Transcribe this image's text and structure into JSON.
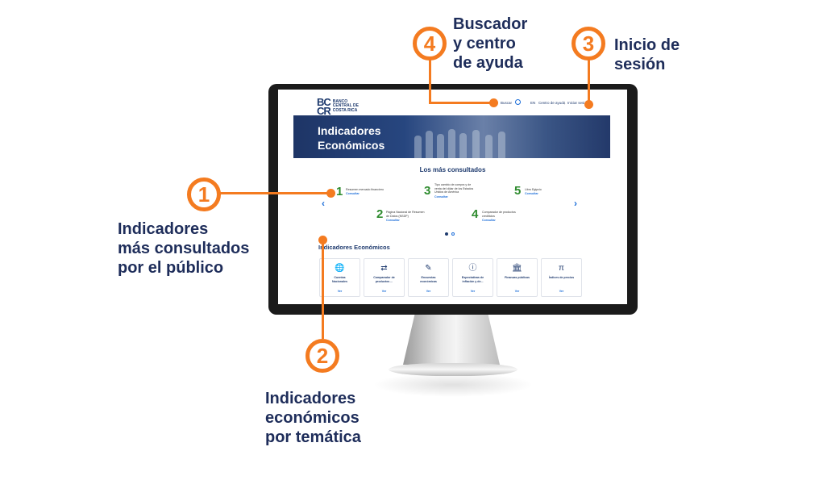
{
  "callouts": {
    "c1": {
      "number": "1",
      "text": "Indicadores\nmás consultados\npor el público"
    },
    "c2": {
      "number": "2",
      "text": "Indicadores\neconómicos\npor temática"
    },
    "c3": {
      "number": "3",
      "text": "Inicio de\nsesión"
    },
    "c4": {
      "number": "4",
      "text": "Buscador\ny centro\nde ayuda"
    }
  },
  "colors": {
    "callout_orange": "#f47b20",
    "callout_text": "#1e2d5a",
    "brand_navy": "#1e3a6e",
    "rank_green": "#2e8b2e",
    "link_blue": "#1e6fd9"
  },
  "screen": {
    "logo": {
      "mark": "BC\nCR",
      "text": "BANCO\nCENTRAL DE\nCOSTA RICA"
    },
    "nav": {
      "search": "Buscar",
      "lang": "EN",
      "help": "Centro de ayuda",
      "login": "Iniciar sesión",
      "search_icon": "search-icon"
    },
    "hero_title": "Indicadores\nEconómicos",
    "most_consulted": {
      "title": "Los más consultados",
      "items": [
        {
          "rank": "1",
          "title": "Resumen mercado financiero",
          "link": "Consultar"
        },
        {
          "rank": "2",
          "title": "Página Nacional de Resumen\nde Datos (NSDP)",
          "link": "Consultar"
        },
        {
          "rank": "3",
          "title": "Tipo cambio de compra y de\nventa del dólar de los Estados\nUnidos de América",
          "link": "Consultar"
        },
        {
          "rank": "4",
          "title": "Comparador de productos\ncrediticios",
          "link": "Consultar"
        },
        {
          "rank": "5",
          "title": "Libro Egipcio",
          "link": "Consultar"
        }
      ]
    },
    "indicators": {
      "title": "Indicadores Económicos",
      "cards": [
        {
          "icon": "globe-icon",
          "glyph": "🌐",
          "label": "Cuentas\nNacionales",
          "link": "Ver"
        },
        {
          "icon": "compare-icon",
          "glyph": "⇄",
          "label": "Comparador de\nproductos ...",
          "link": "Ver"
        },
        {
          "icon": "edit-icon",
          "glyph": "✎",
          "label": "Encuestas\neconómicas",
          "link": "Ver"
        },
        {
          "icon": "info-icon",
          "glyph": "ⓘ",
          "label": "Expectativas de\ninflación y de...",
          "link": "Ver"
        },
        {
          "icon": "bank-icon",
          "glyph": "🏛",
          "label": "Finanzas públicas",
          "link": "Ver"
        },
        {
          "icon": "pi-icon",
          "glyph": "π",
          "label": "Índices de precios",
          "link": "Ver"
        }
      ]
    }
  }
}
